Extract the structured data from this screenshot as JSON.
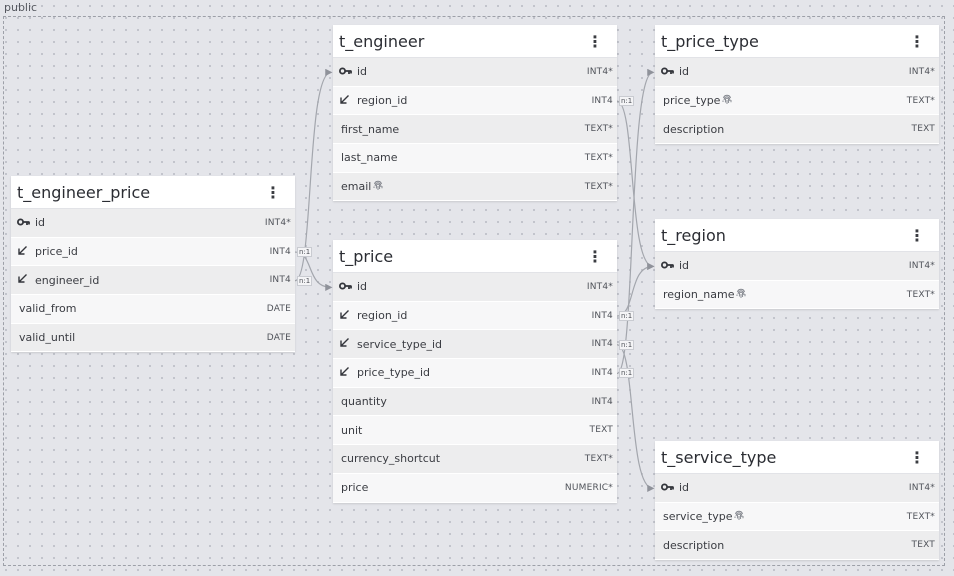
{
  "schema_label": "public",
  "icons": {
    "primary_key": "key-icon",
    "foreign_key": "arrow-down-left-icon",
    "indexed": "fingerprint-icon",
    "menu": "kebab-menu-icon"
  },
  "edge_label": "n:1",
  "tables": [
    {
      "id": "t_engineer",
      "title": "t_engineer",
      "columns": [
        {
          "name": "id",
          "type": "INT4*",
          "kind": "pk"
        },
        {
          "name": "region_id",
          "type": "INT4",
          "kind": "fk"
        },
        {
          "name": "first_name",
          "type": "TEXT*",
          "kind": ""
        },
        {
          "name": "last_name",
          "type": "TEXT*",
          "kind": ""
        },
        {
          "name": "email",
          "type": "TEXT*",
          "kind": "",
          "indexed": true
        }
      ]
    },
    {
      "id": "t_price_type",
      "title": "t_price_type",
      "columns": [
        {
          "name": "id",
          "type": "INT4*",
          "kind": "pk"
        },
        {
          "name": "price_type",
          "type": "TEXT*",
          "kind": "",
          "indexed": true
        },
        {
          "name": "description",
          "type": "TEXT",
          "kind": ""
        }
      ]
    },
    {
      "id": "t_engineer_price",
      "title": "t_engineer_price",
      "columns": [
        {
          "name": "id",
          "type": "INT4*",
          "kind": "pk"
        },
        {
          "name": "price_id",
          "type": "INT4",
          "kind": "fk"
        },
        {
          "name": "engineer_id",
          "type": "INT4",
          "kind": "fk"
        },
        {
          "name": "valid_from",
          "type": "DATE",
          "kind": ""
        },
        {
          "name": "valid_until",
          "type": "DATE",
          "kind": ""
        }
      ]
    },
    {
      "id": "t_price",
      "title": "t_price",
      "columns": [
        {
          "name": "id",
          "type": "INT4*",
          "kind": "pk"
        },
        {
          "name": "region_id",
          "type": "INT4",
          "kind": "fk"
        },
        {
          "name": "service_type_id",
          "type": "INT4",
          "kind": "fk"
        },
        {
          "name": "price_type_id",
          "type": "INT4",
          "kind": "fk"
        },
        {
          "name": "quantity",
          "type": "INT4",
          "kind": ""
        },
        {
          "name": "unit",
          "type": "TEXT",
          "kind": ""
        },
        {
          "name": "currency_shortcut",
          "type": "TEXT*",
          "kind": ""
        },
        {
          "name": "price",
          "type": "NUMERIC*",
          "kind": ""
        }
      ]
    },
    {
      "id": "t_region",
      "title": "t_region",
      "columns": [
        {
          "name": "id",
          "type": "INT4*",
          "kind": "pk"
        },
        {
          "name": "region_name",
          "type": "TEXT*",
          "kind": "",
          "indexed": true
        }
      ]
    },
    {
      "id": "t_service_type",
      "title": "t_service_type",
      "columns": [
        {
          "name": "id",
          "type": "INT4*",
          "kind": "pk"
        },
        {
          "name": "service_type",
          "type": "TEXT*",
          "kind": "",
          "indexed": true
        },
        {
          "name": "description",
          "type": "TEXT",
          "kind": ""
        }
      ]
    }
  ],
  "relations": [
    {
      "from": "t_engineer_price.price_id",
      "to": "t_price.id",
      "cardinality": "n:1"
    },
    {
      "from": "t_engineer_price.engineer_id",
      "to": "t_engineer.id",
      "cardinality": "n:1"
    },
    {
      "from": "t_engineer.region_id",
      "to": "t_region.id",
      "cardinality": "n:1"
    },
    {
      "from": "t_price.region_id",
      "to": "t_region.id",
      "cardinality": "n:1"
    },
    {
      "from": "t_price.service_type_id",
      "to": "t_service_type.id",
      "cardinality": "n:1"
    },
    {
      "from": "t_price.price_type_id",
      "to": "t_price_type.id",
      "cardinality": "n:1"
    }
  ]
}
